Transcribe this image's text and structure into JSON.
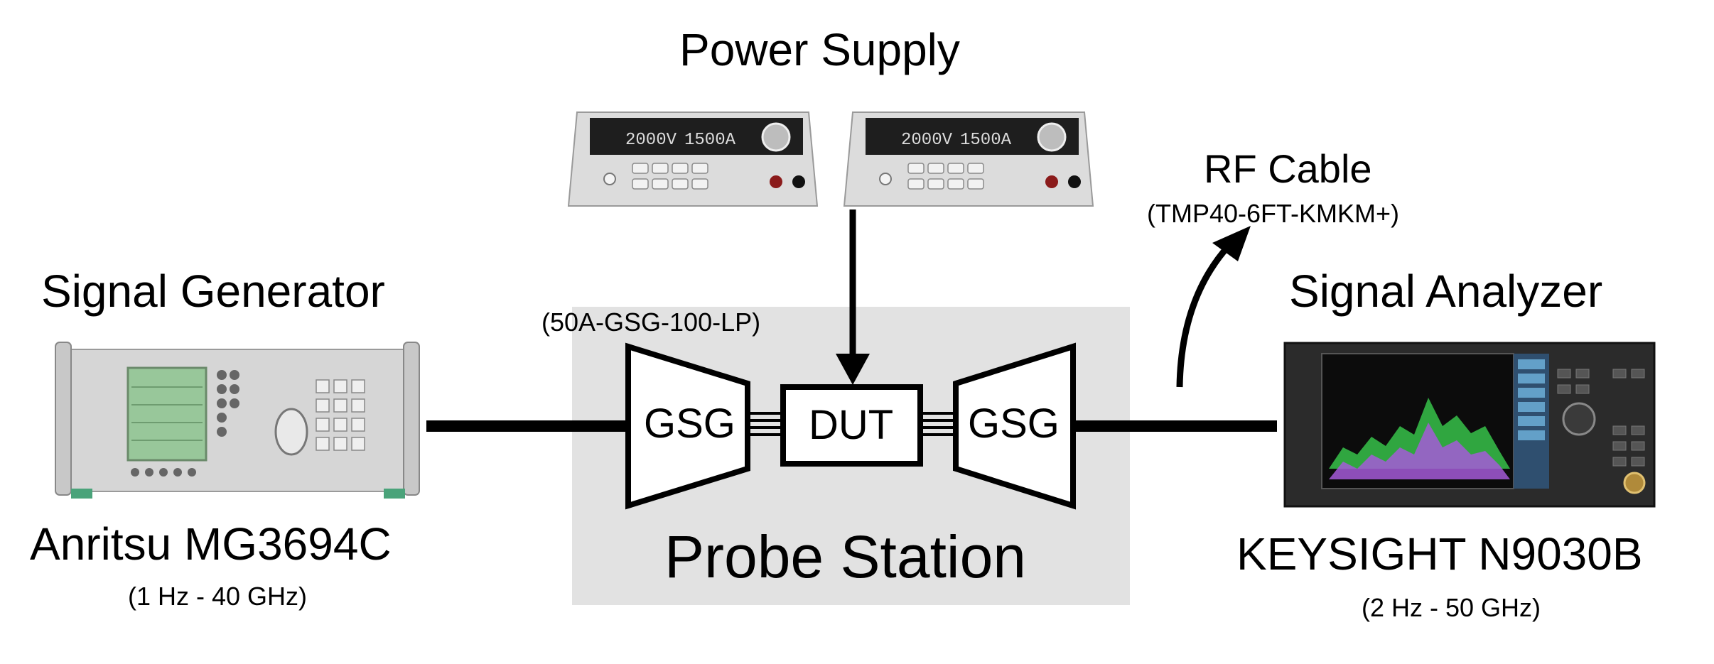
{
  "diagram": {
    "power_supply": {
      "title": "Power Supply",
      "displays": [
        "2000V",
        "1500A"
      ]
    },
    "rf_cable": {
      "title": "RF Cable",
      "model": "(TMP40-6FT-KMKM+)"
    },
    "signal_generator": {
      "title": "Signal Generator",
      "model": "Anritsu MG3694C",
      "range": "(1 Hz - 40 GHz)"
    },
    "signal_analyzer": {
      "title": "Signal Analyzer",
      "model": "KEYSIGHT N9030B",
      "range": "(2 Hz - 50 GHz)"
    },
    "probe_station": {
      "title": "Probe Station",
      "probe_model": "(50A-GSG-100-LP)",
      "left_probe": "GSG",
      "dut": "DUT",
      "right_probe": "GSG"
    },
    "colors": {
      "background": "#ffffff",
      "probe_station_fill": "#e2e2e2",
      "line": "#000000",
      "instrument_body": "#d9d9d9",
      "analyzer_body": "#2b2b2b",
      "spectrum_green": "#37c24a",
      "spectrum_purple": "#a45ad8"
    }
  }
}
